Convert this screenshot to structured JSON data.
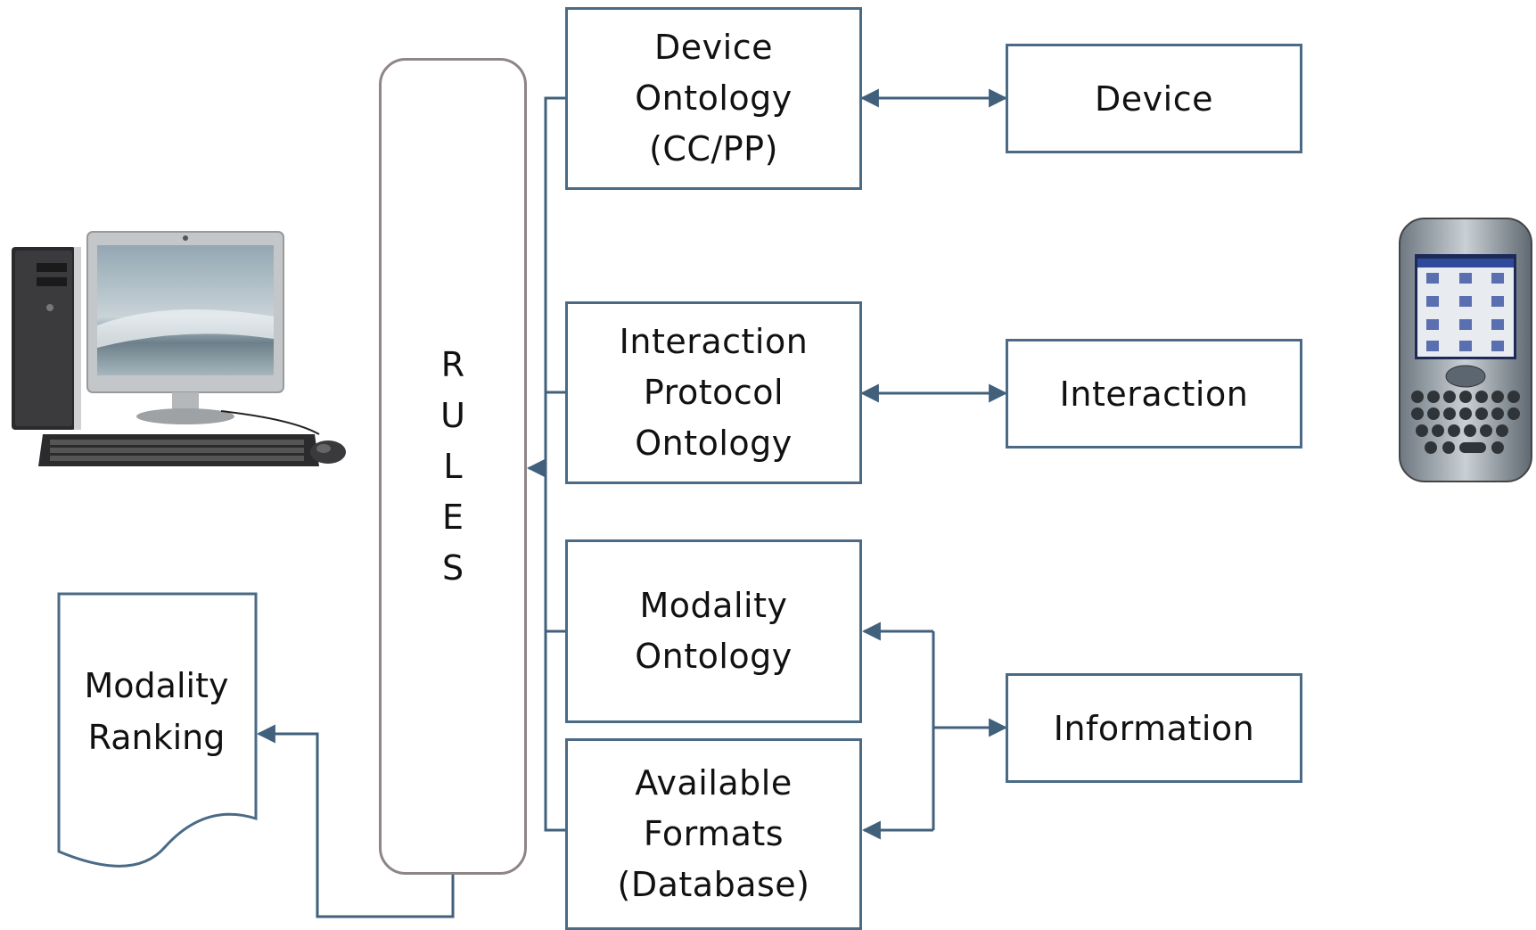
{
  "colors": {
    "box_border": "#4a6a86",
    "rules_border": "#8e8585",
    "arrow": "#41607c"
  },
  "rules": {
    "letters": [
      "R",
      "U",
      "L",
      "E",
      "S"
    ]
  },
  "ontologies": {
    "device": [
      "Device",
      "Ontology",
      "(CC/PP)"
    ],
    "interaction_protocol": [
      "Interaction",
      "Protocol",
      "Ontology"
    ],
    "modality": [
      "Modality",
      "Ontology"
    ],
    "available_formats": [
      "Available",
      "Formats",
      "(Database)"
    ]
  },
  "sources": {
    "device": "Device",
    "interaction": "Interaction",
    "information": "Information"
  },
  "output": {
    "lines": [
      "Modality",
      "Ranking"
    ]
  },
  "images": {
    "left": "desktop-computer-image",
    "right": "smartphone-image"
  }
}
